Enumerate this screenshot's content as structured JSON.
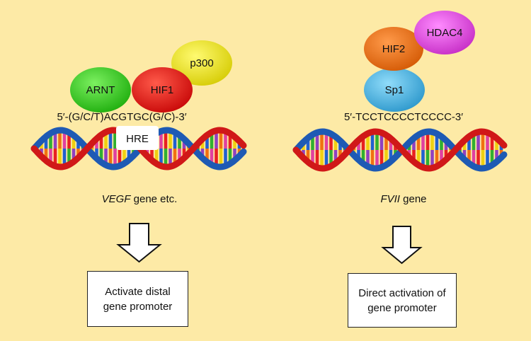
{
  "colors": {
    "background": "#fdeaa6",
    "arnt": "#2ecc1a",
    "hif1": "#e01515",
    "p300": "#e8e010",
    "hif2": "#e86a10",
    "hdac4": "#e040e0",
    "sp1": "#3fb0e0",
    "strand_red": "#d01818",
    "strand_blue": "#1e5ab4"
  },
  "left": {
    "proteins": [
      {
        "id": "arnt",
        "label": "ARNT",
        "color": "#2ecc1a"
      },
      {
        "id": "hif1",
        "label": "HIF1",
        "color": "#e01515"
      },
      {
        "id": "p300",
        "label": "p300",
        "color": "#e8e010"
      }
    ],
    "sequence": "5′-(G/C/T)ACGTGC(G/C)-3′",
    "element_label": "HRE",
    "gene_name": "VEGF",
    "gene_suffix": " gene etc.",
    "outcome_line1": "Activate distal",
    "outcome_line2": "gene promoter"
  },
  "right": {
    "proteins": [
      {
        "id": "hif2",
        "label": "HIF2",
        "color": "#e86a10"
      },
      {
        "id": "hdac4",
        "label": "HDAC4",
        "color": "#e040e0"
      },
      {
        "id": "sp1",
        "label": "Sp1",
        "color": "#3fb0e0"
      }
    ],
    "sequence": "5′-TCCTCCCCTCCCC-3′",
    "gene_name": "FVII",
    "gene_suffix": " gene",
    "outcome_line1": "Direct activation of",
    "outcome_line2": "gene promoter"
  }
}
